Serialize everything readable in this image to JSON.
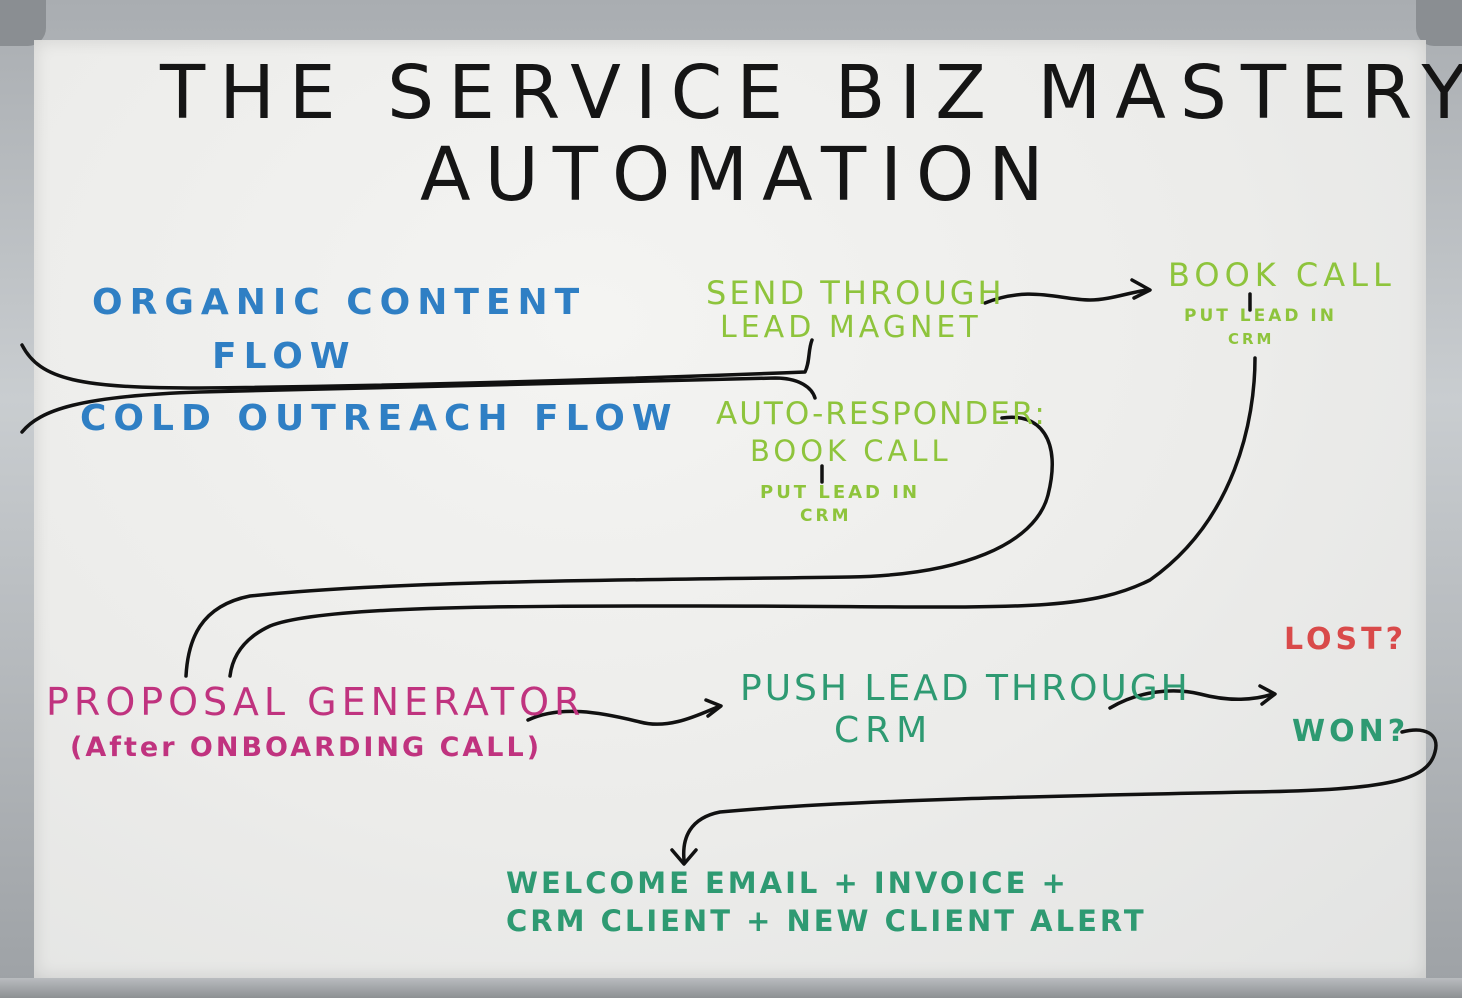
{
  "title": {
    "line1": "THE SERVICE BIZ MASTERY",
    "line2": "AUTOMATION"
  },
  "flows": {
    "organic_line1": "ORGANIC CONTENT",
    "organic_line2": "FLOW",
    "cold": "COLD OUTREACH FLOW"
  },
  "lead_magnet": {
    "line1": "SEND THROUGH",
    "line2": "LEAD MAGNET"
  },
  "book_call_top": {
    "line1": "BOOK CALL",
    "line2": "PUT LEAD IN",
    "line3": "CRM"
  },
  "autoresponder": {
    "line1": "AUTO-RESPONDER:",
    "line2": "BOOK CALL",
    "line3": "PUT LEAD IN",
    "line4": "CRM"
  },
  "proposal": {
    "line1": "PROPOSAL GENERATOR",
    "line2": "(After ONBOARDING CALL)"
  },
  "push_lead": {
    "line1": "PUSH LEAD THROUGH",
    "line2": "CRM"
  },
  "outcomes": {
    "lost": "LOST?",
    "won": "WON?"
  },
  "welcome": {
    "line1": "WELCOME EMAIL + INVOICE +",
    "line2": "CRM CLIENT + NEW CLIENT ALERT"
  },
  "colors": {
    "ink_black": "#151515",
    "ink_blue": "#2f7fc4",
    "ink_lime": "#8ec43c",
    "ink_teal": "#2e9a72",
    "ink_pink": "#c0337f",
    "ink_red": "#d94a4a"
  }
}
